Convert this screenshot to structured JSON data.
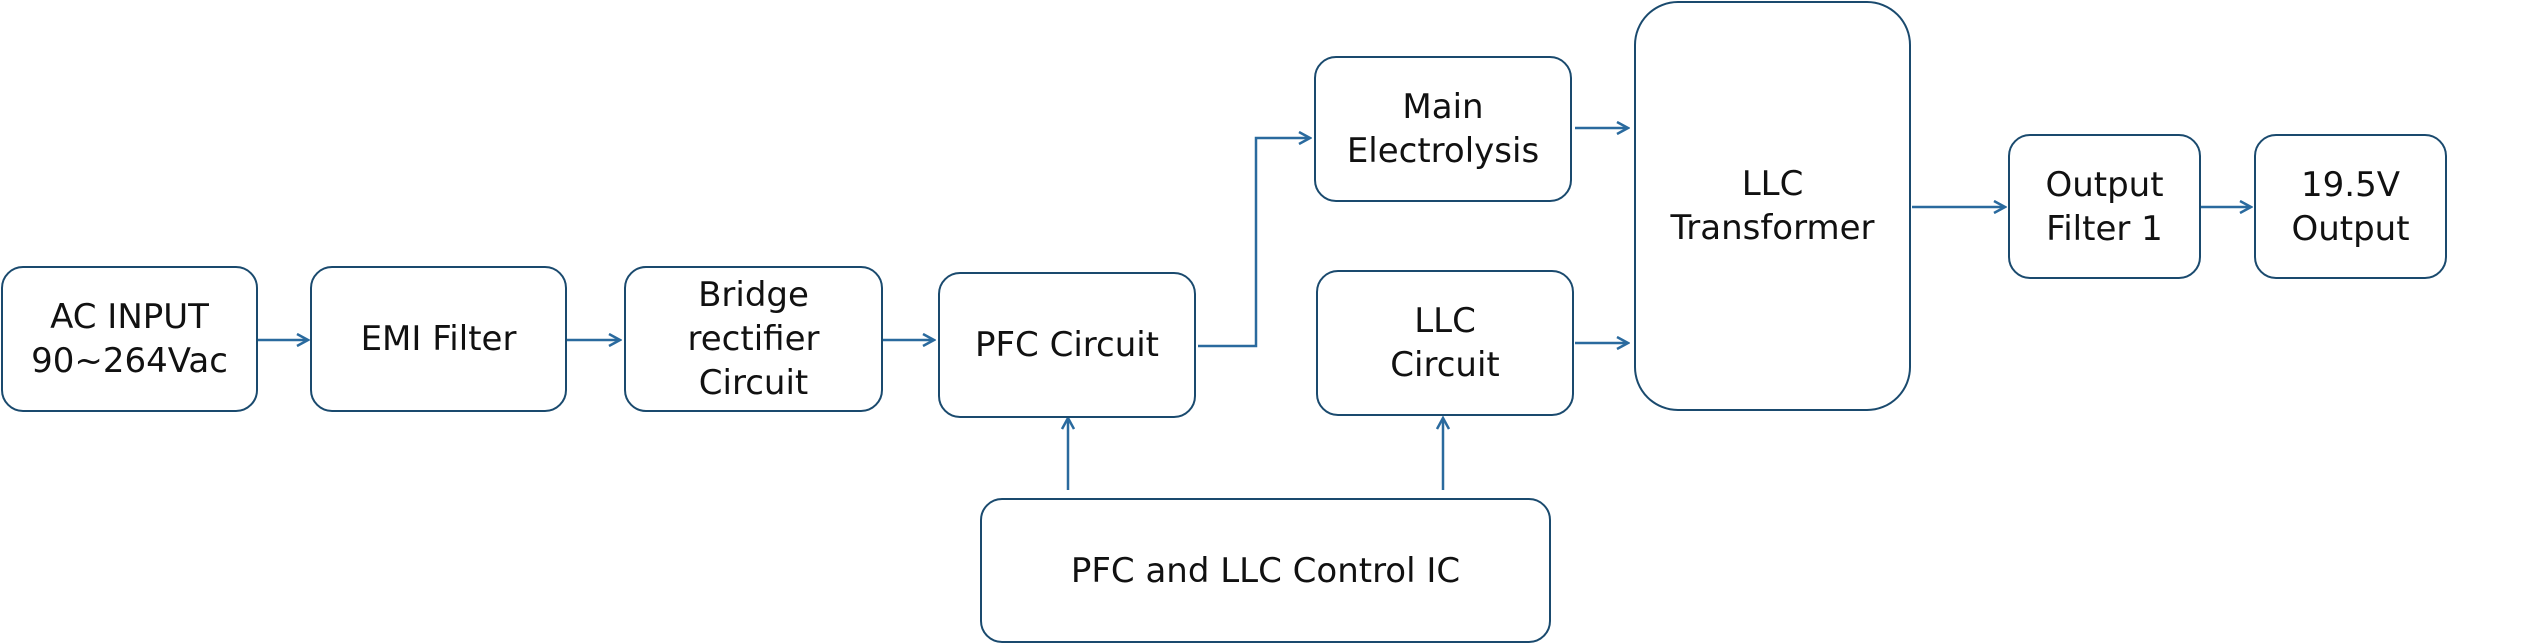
{
  "colors": {
    "box_border": "#1a4a6e",
    "arrow": "#2a6a9e",
    "text": "#111111"
  },
  "blocks": {
    "ac_input": "AC INPUT\n90~264Vac",
    "emi_filter": "EMI Filter",
    "bridge_rectifier": "Bridge\nrectifier\nCircuit",
    "pfc_circuit": "PFC Circuit",
    "main_electrolysis": "Main\nElectrolysis",
    "llc_circuit": "LLC\nCircuit",
    "llc_transformer": "LLC\nTransformer",
    "output_filter": "Output\nFilter 1",
    "output": "19.5V\nOutput",
    "control_ic": "PFC and LLC Control IC"
  }
}
